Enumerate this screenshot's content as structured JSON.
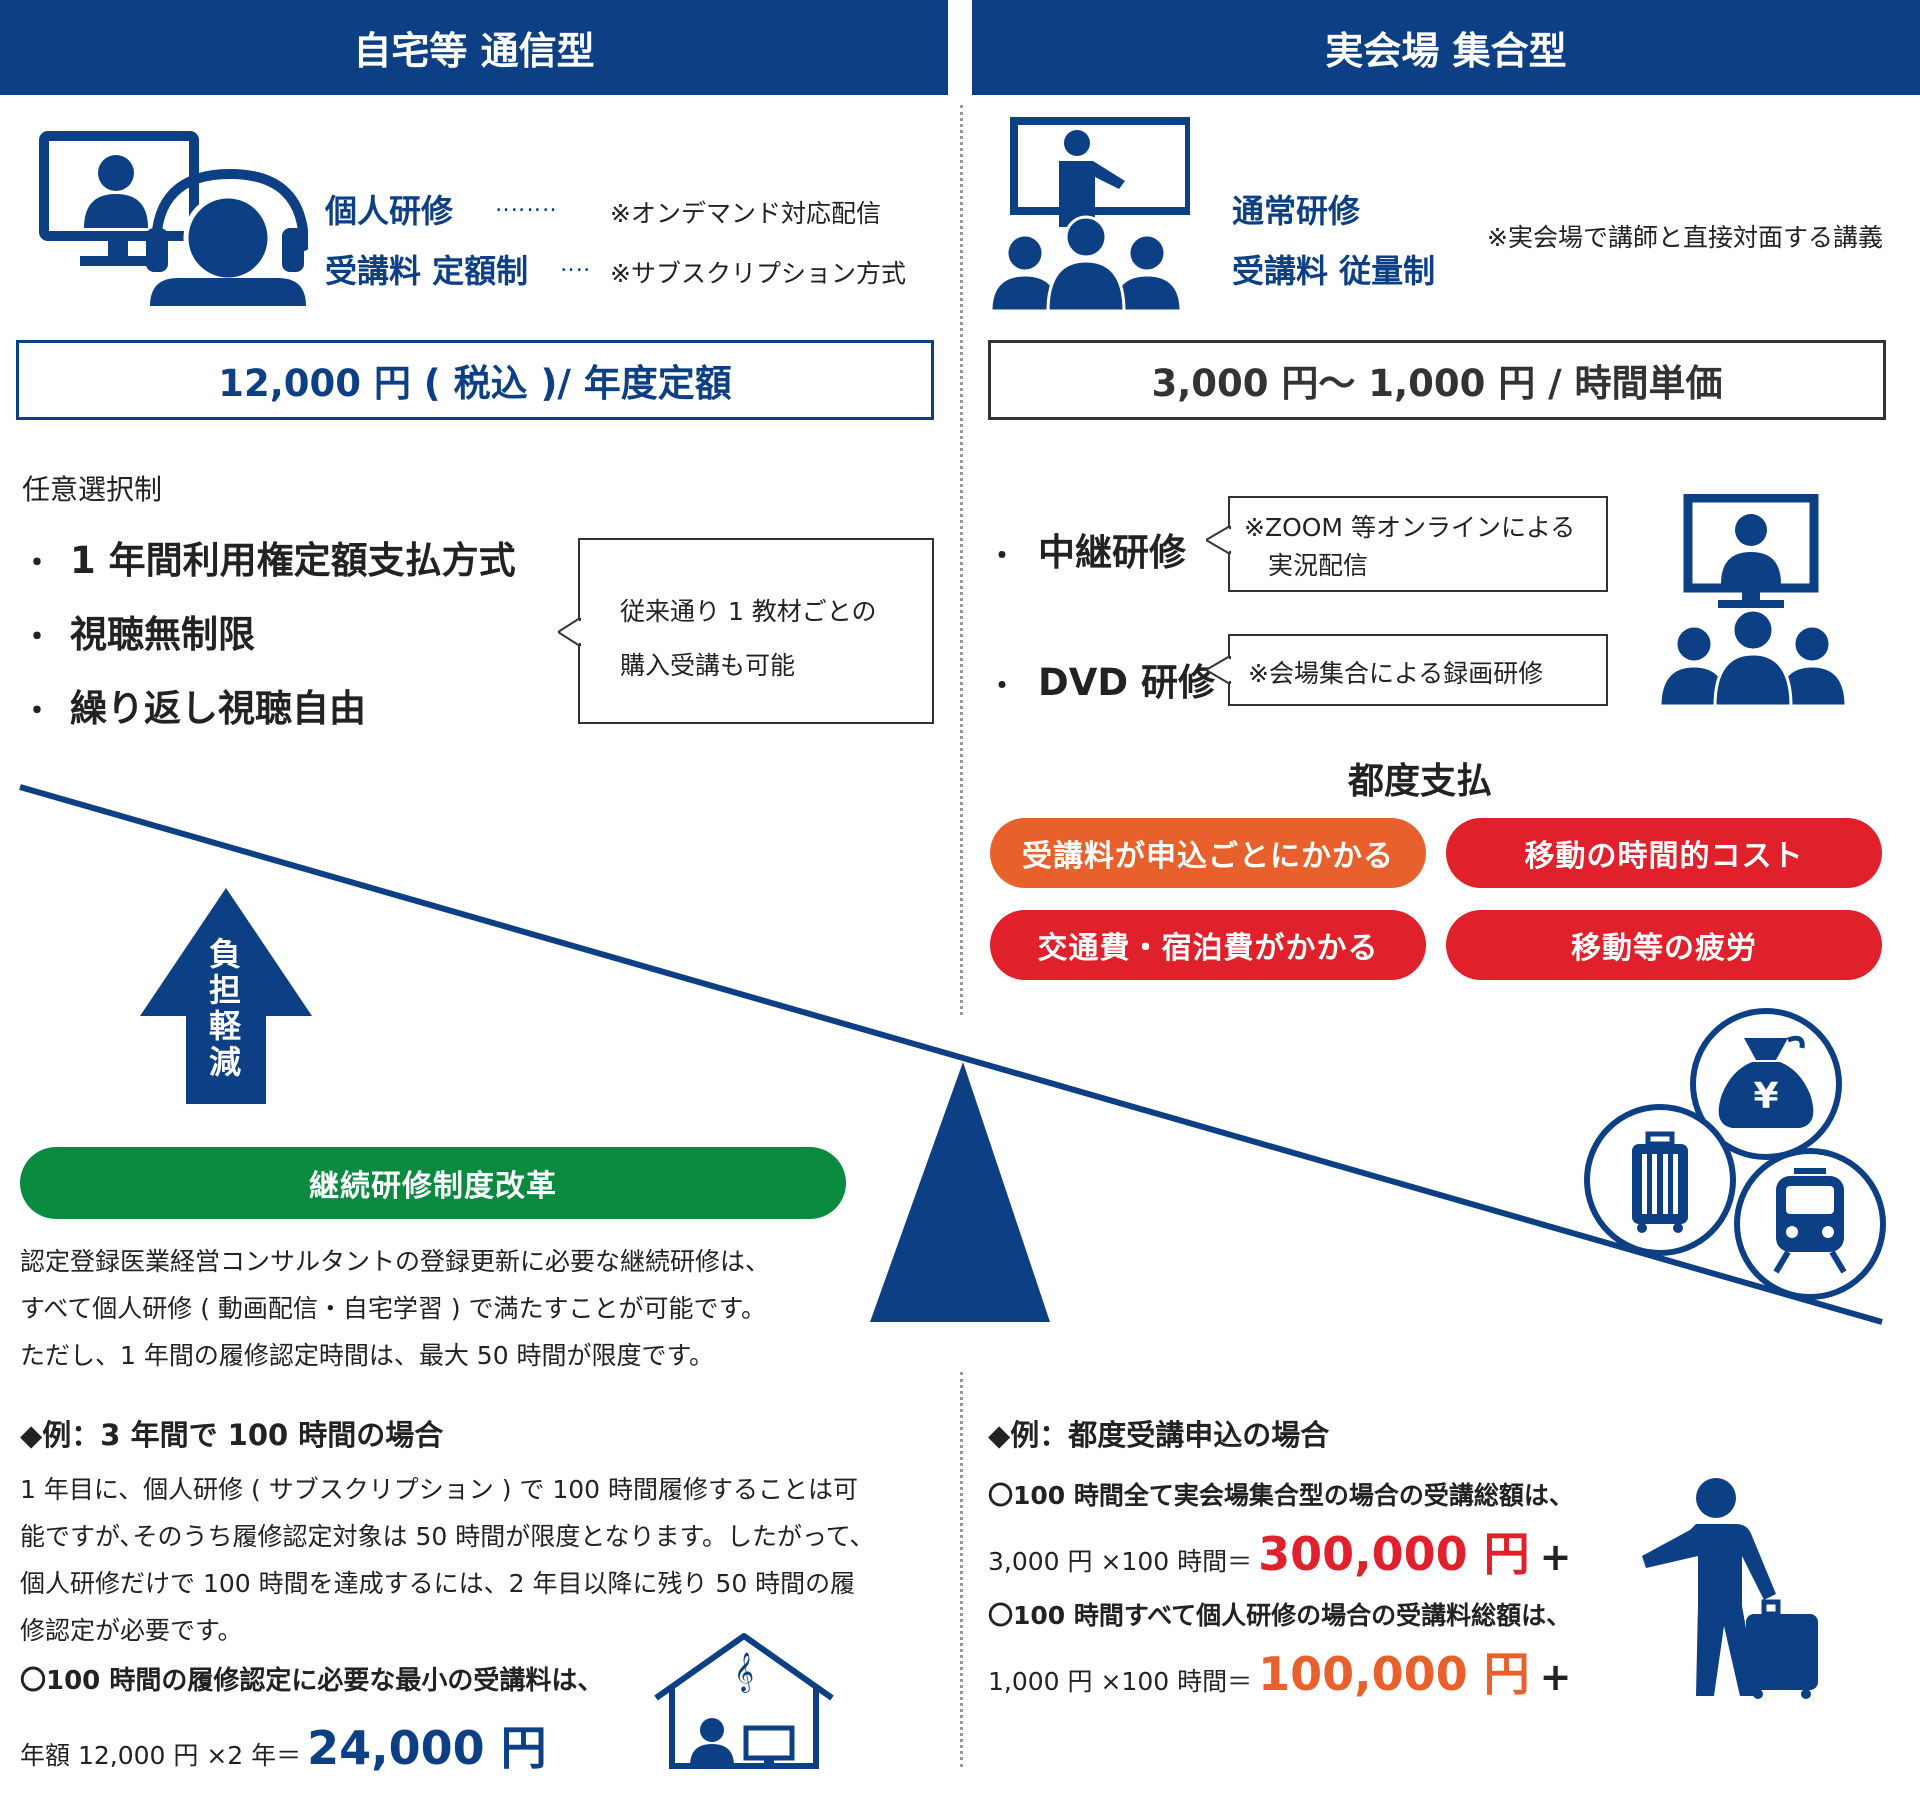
{
  "colors": {
    "navy": "#0d3f85",
    "orange": "#e8612c",
    "red": "#e0202b",
    "green": "#0a8a3e"
  },
  "left": {
    "header": "自宅等 通信型",
    "line1_title": "個人研修",
    "line1_note": "※オンデマンド対応配信",
    "line2_title": "受講料 定額制",
    "line2_note": "※サブスクリプション方式",
    "price": "12,000 円 ( 税込 )/ 年度定額",
    "option_label": "任意選択制",
    "bullets": [
      "1 年間利用権定額支払方式",
      "視聴無制限",
      "繰り返し視聴自由"
    ],
    "callout": [
      "従来通り 1 教材ごとの",
      "購入受講も可能"
    ],
    "arrow_text": "負担軽減",
    "banner": "継続研修制度改革",
    "desc": [
      "認定登録医業経営コンサルタントの登録更新に必要な継続研修は、",
      "すべて個人研修 ( 動画配信・自宅学習 ) で満たすことが可能です。",
      "ただし、1 年間の履修認定時間は、最大 50 時間が限度です。"
    ],
    "example_title": "◆例：3 年間で 100 時間の場合",
    "example_body": [
      "1 年目に、個人研修 ( サブスクリプション ) で 100 時間履修することは可",
      "能ですが､そのうち履修認定対象は 50 時間が限度となります。したがって、",
      "個人研修だけで 100 時間を達成するには、2 年目以降に残り 50 時間の履",
      "修認定が必要です。"
    ],
    "example_line": "〇100 時間の履修認定に必要な最小の受講料は、",
    "example_calc": "年額 12,000 円 ×2 年＝",
    "example_result": "24,000 円"
  },
  "right": {
    "header": "実会場 集合型",
    "line1_title": "通常研修",
    "line2_title": "受講料 従量制",
    "note": "※実会場で講師と直接対面する講義",
    "price": "3,000 円～ 1,000 円 / 時間単価",
    "items": [
      {
        "label": "中継研修",
        "note": [
          "※ZOOM 等オンラインによる",
          "実況配信"
        ]
      },
      {
        "label": "DVD 研修",
        "note": [
          "※会場集合による録画研修"
        ]
      }
    ],
    "pay_title": "都度支払",
    "pills": [
      "受講料が申込ごとにかかる",
      "移動の時間的コスト",
      "交通費・宿泊費がかかる",
      "移動等の疲労"
    ],
    "example_title": "◆例：都度受講申込の場合",
    "line_a": "〇100 時間全て実会場集合型の場合の受講総額は、",
    "calc_a": "3,000 円 ×100 時間＝",
    "result_a": "300,000 円",
    "plus": "+",
    "line_b": "〇100 時間すべて個人研修の場合の受講料総額は、",
    "calc_b": "1,000 円 ×100 時間＝",
    "result_b": "100,000 円"
  },
  "icons": {
    "yen_symbol": "¥",
    "music_note": "𝄞",
    "names": [
      "monitor-person-icon",
      "headset-person-icon",
      "teacher-board-icon",
      "audience-icon",
      "money-bag-icon",
      "suitcase-icon",
      "train-icon",
      "traveler-icon",
      "house-study-icon"
    ]
  }
}
